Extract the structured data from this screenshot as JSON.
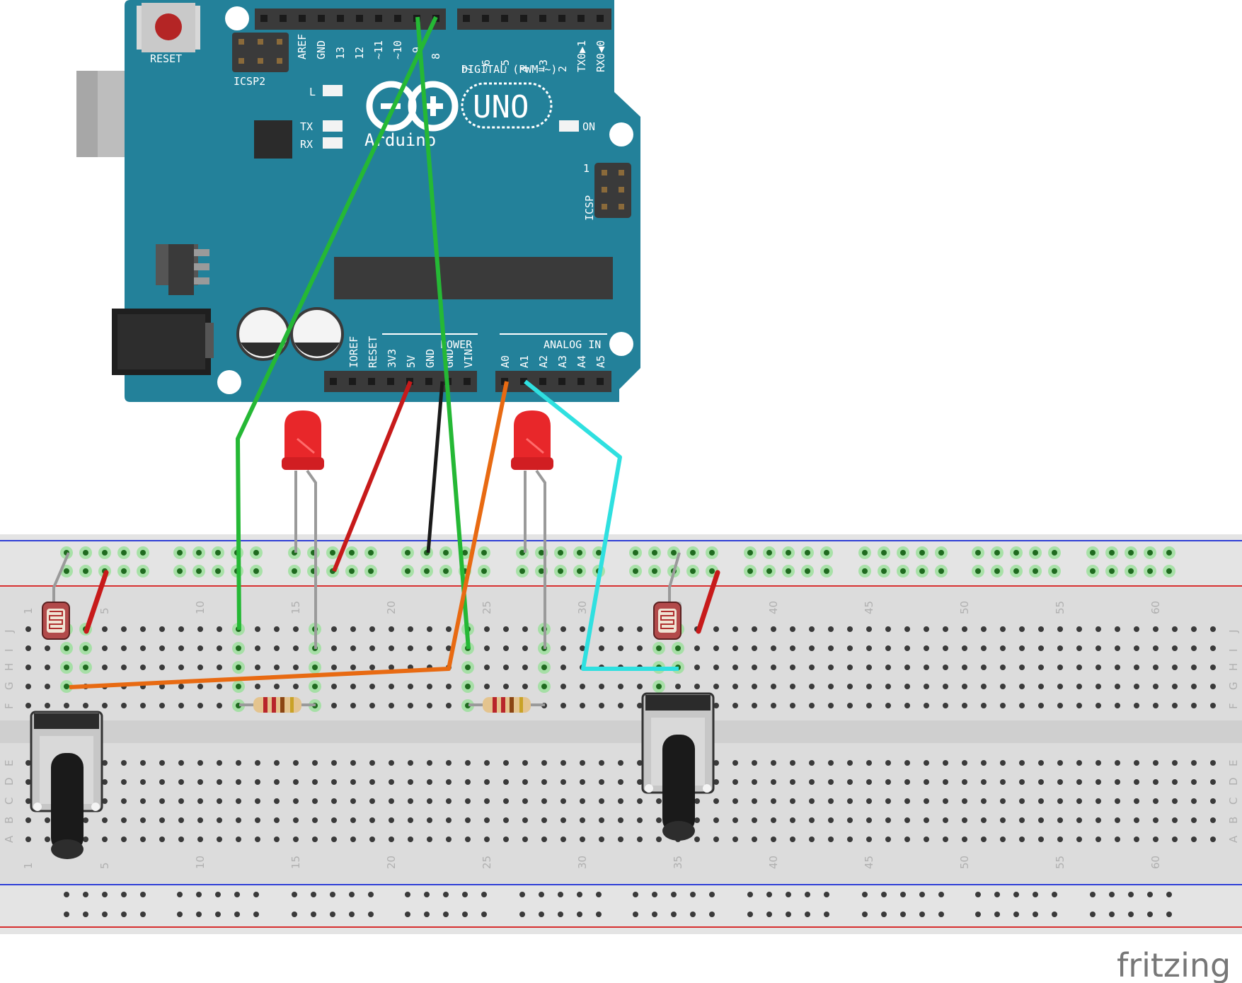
{
  "arduino": {
    "reset_label": "RESET",
    "icsp2_label": "ICSP2",
    "icsp_label": "ICSP",
    "icsp_pin1": "1",
    "digital_label": "DIGITAL (PWM=~)",
    "uno_label": "UNO",
    "brand_label": "Arduino",
    "led_l": "L",
    "led_tx": "TX",
    "led_rx": "RX",
    "led_on": "ON",
    "power_label": "POWER",
    "analog_label": "ANALOG IN",
    "top_pins_left": [
      "AREF",
      "GND",
      "13",
      "12",
      "~11",
      "~10",
      "~9",
      "8"
    ],
    "top_pins_right": [
      "7",
      "~6",
      "~5",
      "4",
      "~3",
      "2",
      "TX0▶1",
      "RX0◀0"
    ],
    "power_pins": [
      "IOREF",
      "RESET",
      "3V3",
      "5V",
      "GND",
      "GND",
      "VIN"
    ],
    "analog_pins": [
      "A0",
      "A1",
      "A2",
      "A3",
      "A4",
      "A5"
    ],
    "colors": {
      "board": "#23819a",
      "header": "#3a3a3a"
    }
  },
  "breadboard": {
    "row_letters_top": [
      "J",
      "I",
      "H",
      "G",
      "F"
    ],
    "row_letters_bottom": [
      "E",
      "D",
      "C",
      "B",
      "A"
    ],
    "column_labels": [
      "1",
      "5",
      "10",
      "15",
      "20",
      "25",
      "30",
      "35",
      "40",
      "45",
      "50",
      "55",
      "60"
    ],
    "colors": {
      "rail_blue": "#2f3fd6",
      "rail_red": "#d62f2f",
      "body": "#dcdcdc"
    }
  },
  "components": [
    {
      "type": "photoresistor",
      "name": "ldr-1"
    },
    {
      "type": "photoresistor",
      "name": "ldr-2"
    },
    {
      "type": "potentiometer",
      "name": "pot-1"
    },
    {
      "type": "potentiometer",
      "name": "pot-2"
    },
    {
      "type": "led",
      "color": "#e8272a",
      "name": "led-1"
    },
    {
      "type": "led",
      "color": "#e8272a",
      "name": "led-2"
    },
    {
      "type": "resistor",
      "name": "resistor-1"
    },
    {
      "type": "resistor",
      "name": "resistor-2"
    }
  ],
  "wires": [
    {
      "name": "wire-d9-green",
      "color": "#25b835"
    },
    {
      "name": "wire-d8-green",
      "color": "#25b835"
    },
    {
      "name": "wire-5v-red",
      "color": "#c71a1a"
    },
    {
      "name": "wire-gnd-black",
      "color": "#1a1a1a"
    },
    {
      "name": "wire-a0-orange",
      "color": "#e86a12"
    },
    {
      "name": "wire-a1-cyan",
      "color": "#2fe0e0"
    }
  ],
  "watermark": "fritzing"
}
